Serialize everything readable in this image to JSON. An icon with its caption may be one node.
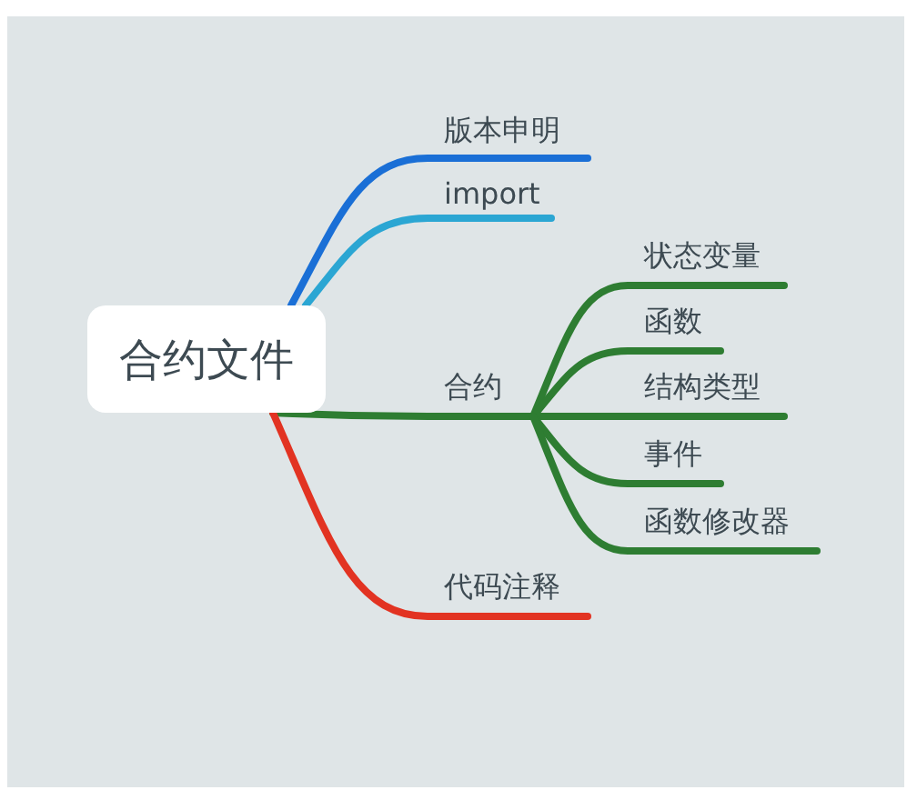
{
  "diagram": {
    "nodes": [
      {
        "text": [
          "合约文件"
        ]
      },
      {
        "text": [
          "版本申明"
        ]
      },
      {
        "text": [
          "import"
        ]
      },
      {
        "text": [
          "合约"
        ]
      },
      {
        "text": [
          "状态变量"
        ]
      },
      {
        "text": [
          "函数"
        ]
      },
      {
        "text": [
          "结构类型"
        ]
      },
      {
        "text": [
          "事件"
        ]
      },
      {
        "text": [
          "函数修改器"
        ]
      },
      {
        "text": [
          "代码注释"
        ]
      }
    ],
    "edges": [
      {
        "from": 0,
        "to": 1,
        "arrow": "none",
        "color": "#1a6fd6"
      },
      {
        "from": 0,
        "to": 2,
        "arrow": "none",
        "color": "#2ba6d3"
      },
      {
        "from": 0,
        "to": 3,
        "arrow": "none"
      },
      {
        "from": 3,
        "to": 4,
        "arrow": "none"
      },
      {
        "from": 3,
        "to": 5,
        "arrow": "none"
      },
      {
        "from": 3,
        "to": 6,
        "arrow": "none"
      },
      {
        "from": 3,
        "to": 7,
        "arrow": "none"
      },
      {
        "from": 3,
        "to": 8,
        "arrow": "none"
      },
      {
        "from": 0,
        "to": 9,
        "arrow": "none",
        "color": "#e23322"
      }
    ]
  }
}
